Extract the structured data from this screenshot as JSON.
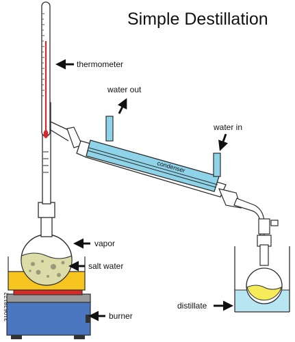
{
  "title": "Simple Destillation",
  "labels": {
    "thermometer": "thermometer",
    "water_out": "water out",
    "water_in": "water in",
    "condenser": "condenser",
    "vapor": "vapor",
    "salt_water": "salt water",
    "burner": "burner",
    "distillate": "distillate"
  },
  "watermark": "310628172",
  "colors": {
    "glass_outline": "#2b2b2b",
    "condenser_water": "#8fd3e8",
    "thermometer_fluid": "#d12a2a",
    "salt_water": "#dcdca8",
    "distillate": "#f6ec5a",
    "beaker_water": "#b7e6f2",
    "heating_bath": "#f6c51f",
    "hot_plate": "#d42b2b",
    "burner_body": "#4a77bf"
  },
  "icons": [
    "arrow-icon"
  ]
}
